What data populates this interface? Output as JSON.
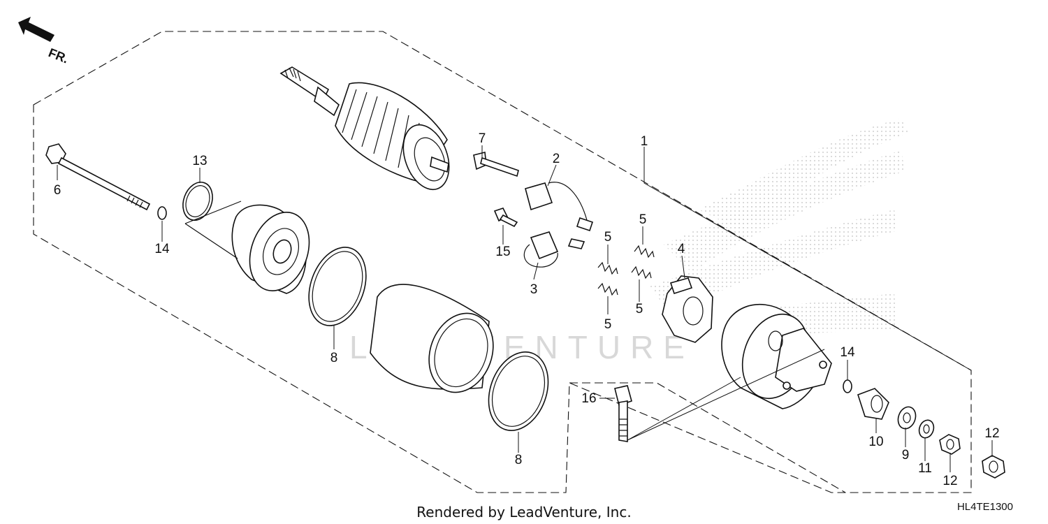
{
  "direction_marker": "FR.",
  "footer": {
    "rendered_by": "Rendered by LeadVenture, Inc.",
    "diagram_code": "HL4TE1300"
  },
  "watermark": "LEADVENTURE",
  "callouts": [
    "1",
    "2",
    "3",
    "4",
    "5",
    "5",
    "5",
    "5",
    "6",
    "7",
    "8",
    "8",
    "9",
    "10",
    "11",
    "12",
    "12",
    "13",
    "14",
    "14",
    "15",
    "16"
  ]
}
